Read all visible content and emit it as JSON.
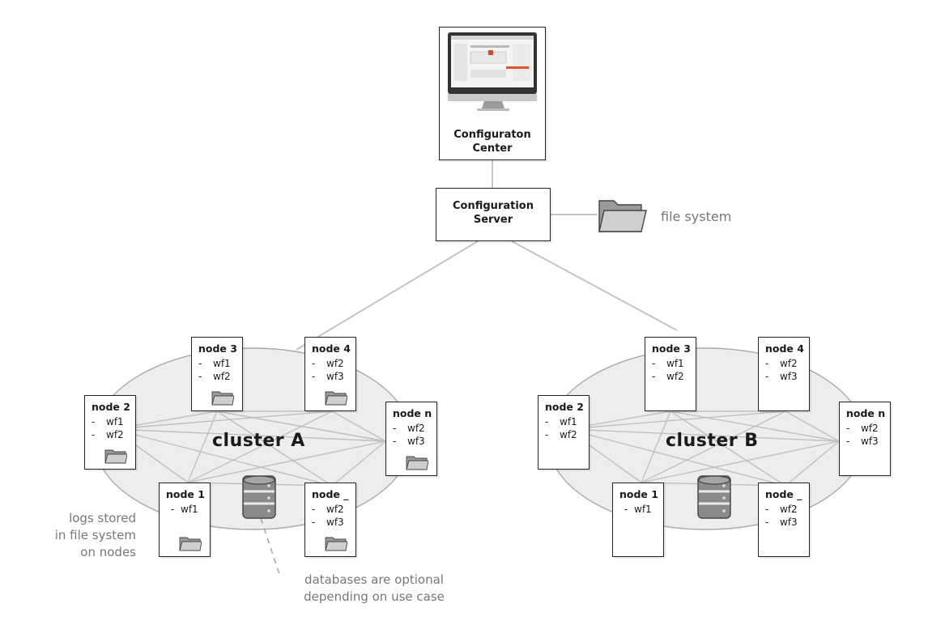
{
  "config_center": {
    "title": [
      "Configuraton",
      "Center"
    ]
  },
  "config_server": {
    "title": [
      "Configuration",
      "Server"
    ]
  },
  "file_system": {
    "label": "file system"
  },
  "clusters": [
    {
      "label": "cluster A",
      "nodes": [
        {
          "name": "node 3",
          "wfs": [
            "wf1",
            "wf2"
          ],
          "folder": true
        },
        {
          "name": "node 4",
          "wfs": [
            "wf2",
            "wf3"
          ],
          "folder": true
        },
        {
          "name": "node 2",
          "wfs": [
            "wf1",
            "wf2"
          ],
          "folder": true
        },
        {
          "name": "node n",
          "wfs": [
            "wf2",
            "wf3"
          ],
          "folder": true
        },
        {
          "name": "node 1",
          "wfs": [
            "wf1"
          ],
          "folder": true,
          "nodash": true
        },
        {
          "name": "node _",
          "wfs": [
            "wf2",
            "wf3"
          ],
          "folder": true
        }
      ]
    },
    {
      "label": "cluster B",
      "nodes": [
        {
          "name": "node 3",
          "wfs": [
            "wf1",
            "wf2"
          ],
          "folder": false
        },
        {
          "name": "node 4",
          "wfs": [
            "wf2",
            "wf3"
          ],
          "folder": false
        },
        {
          "name": "node 2",
          "wfs": [
            "wf1",
            "wf2"
          ],
          "folder": false
        },
        {
          "name": "node n",
          "wfs": [
            "wf2",
            "wf3"
          ],
          "folder": false
        },
        {
          "name": "node 1",
          "wfs": [
            "wf1"
          ],
          "folder": false,
          "nodash": true
        },
        {
          "name": "node _",
          "wfs": [
            "wf2",
            "wf3"
          ],
          "folder": false
        }
      ]
    }
  ],
  "notes": {
    "logs": [
      "logs stored",
      "in file system",
      "on nodes"
    ],
    "databases": [
      "databases are optional",
      "depending on use case"
    ]
  },
  "colors": {
    "line": "#c4c4c4",
    "ellipse": "#ededed",
    "border": "#222222",
    "note": "#777777"
  }
}
